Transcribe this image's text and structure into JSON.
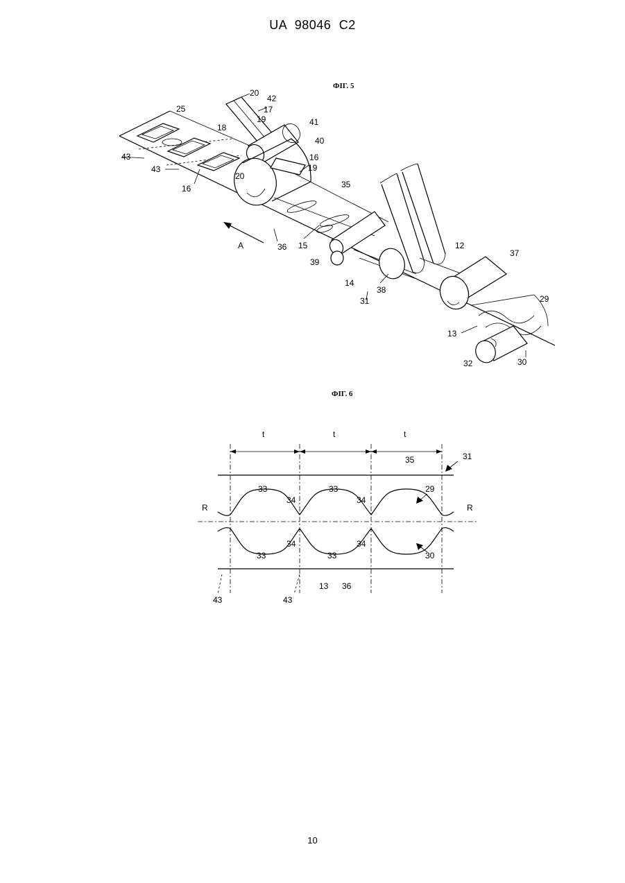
{
  "header": {
    "text": "UA   98046   C2"
  },
  "fig5": {
    "caption": "ФІГ. 5",
    "labels": {
      "l20a": "20",
      "l42": "42",
      "l17": "17",
      "l19a": "19",
      "l18": "18",
      "l25": "25",
      "l41": "41",
      "l40": "40",
      "l43a": "43",
      "l43b": "43",
      "l16a": "16",
      "l19b": "19",
      "l20b": "20",
      "l16b": "16",
      "l35": "35",
      "lA": "A",
      "l36": "36",
      "l15": "15",
      "l39": "39",
      "l12": "12",
      "l37": "37",
      "l14": "14",
      "l38": "38",
      "l31": "31",
      "l29": "29",
      "l13": "13",
      "l32": "32",
      "l30": "30"
    }
  },
  "fig6": {
    "caption": "ФІГ. 6",
    "labels": {
      "t1": "t",
      "t2": "t",
      "t3": "t",
      "l35": "35",
      "l31": "31",
      "l33a": "33",
      "l34a": "34",
      "l33b": "33",
      "l34b": "34",
      "l29": "29",
      "lRl": "R",
      "lRr": "R",
      "l34c": "34",
      "l34d": "34",
      "l33c": "33",
      "l33d": "33",
      "l30": "30",
      "l43a": "43",
      "l43b": "43",
      "l13": "13",
      "l36": "36"
    }
  },
  "footer": {
    "page_number": "10"
  }
}
